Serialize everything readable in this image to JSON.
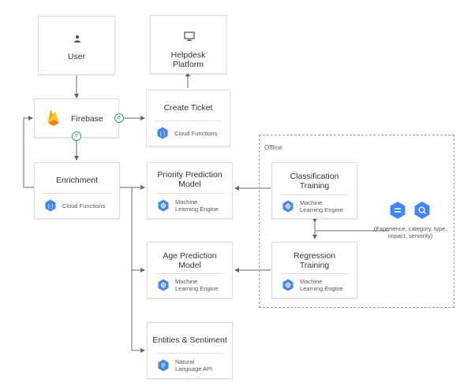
{
  "nodes": {
    "user": {
      "title": "User",
      "icon": "person-icon"
    },
    "helpdesk": {
      "title_line1": "Helpdesk",
      "title_line2": "Platform",
      "icon": "monitor-icon"
    },
    "firebase": {
      "title": "Firebase",
      "icon": "firebase-flame-icon",
      "event_badge": "e"
    },
    "create_ticket": {
      "title": "Create Ticket",
      "service": "Cloud Functions",
      "service_icon": "cloud-functions-icon"
    },
    "enrichment": {
      "title": "Enrichment",
      "service": "Cloud Functions",
      "service_icon": "cloud-functions-icon"
    },
    "priority": {
      "title_line1": "Priority Prediction",
      "title_line2": "Model",
      "service_line1": "Machine",
      "service_line2": "Learning Engine",
      "service_icon": "ml-engine-icon"
    },
    "age": {
      "title_line1": "Age Prediction",
      "title_line2": "Model",
      "service_line1": "Machine",
      "service_line2": "Learning Engine",
      "service_icon": "ml-engine-icon"
    },
    "entities": {
      "title": "Entities & Sentiment",
      "service_line1": "Natural",
      "service_line2": "Language API",
      "service_icon": "natural-language-icon"
    },
    "classification": {
      "title_line1": "Classification",
      "title_line2": "Training",
      "service_line1": "Machine",
      "service_line2": "Learning Engine",
      "service_icon": "ml-engine-icon"
    },
    "regression": {
      "title_line1": "Regression",
      "title_line2": "Training",
      "service_line1": "Machine",
      "service_line2": "Learning Engine",
      "service_icon": "ml-engine-icon"
    }
  },
  "offline": {
    "label": "Offline"
  },
  "data_source": {
    "icons": [
      "datalab-icon",
      "bigquery-icon"
    ],
    "caption_line1": "(Experience, category, type,",
    "caption_line2": "impact, seniority)"
  },
  "colors": {
    "accent_blue": "#4285f4",
    "event_green": "#34a853",
    "firebase_yellow": "#ffca28",
    "firebase_orange": "#f57c00"
  }
}
